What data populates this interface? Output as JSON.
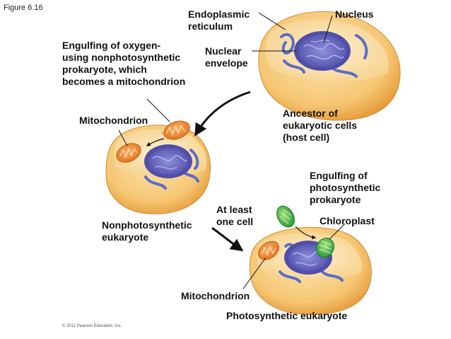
{
  "figure_label": "Figure 6.16",
  "copyright": "© 2011 Pearson Education, Inc.",
  "labels": {
    "er": "Endoplasmic\nreticulum",
    "nucleus": "Nucleus",
    "nuclear_envelope": "Nuclear\nenvelope",
    "engulf_oxygen": "Engulfing of oxygen-\nusing nonphotosynthetic\nprokaryote, which\nbecomes a mitochondrion",
    "mitochondrion_1": "Mitochondrion",
    "ancestor": "Ancestor of\neukaryotic cells\n(host cell)",
    "engulf_photo": "Engulfing of\nphotosynthetic\nprokaryote",
    "at_least": "At least\none cell",
    "chloroplast": "Chloroplast",
    "nonphoto": "Nonphotosynthetic\neukaryote",
    "mitochondrion_2": "Mitochondrion",
    "photo": "Photosynthetic eukaryote"
  },
  "colors": {
    "cytoplasm": "#f6c774",
    "cell_edge": "#e49a3a",
    "nucleus": "#6f6dc0",
    "er": "#5a6ec6",
    "mitochondrion": "#f08a2e",
    "chloroplast": "#3db24a",
    "arrow": "#111111"
  }
}
